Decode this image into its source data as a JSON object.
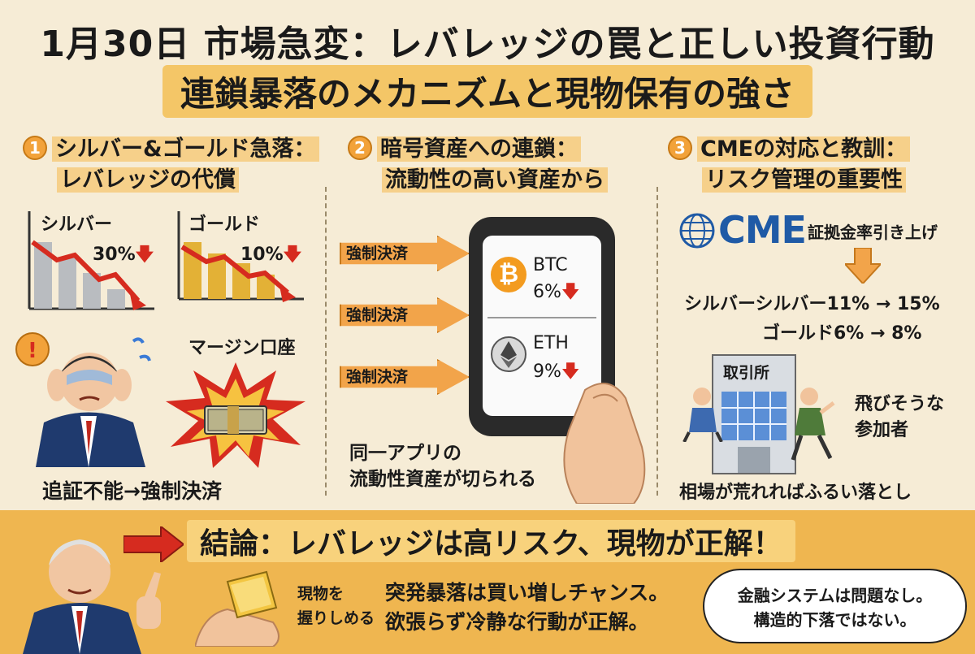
{
  "title": {
    "line1": "1月30日 市場急変：レバレッジの罠と正しい投資行動",
    "line2": "連鎖暴落のメカニズムと現物保有の強さ"
  },
  "section1": {
    "number": "1",
    "heading_line1": "シルバー&ゴールド急落：",
    "heading_line2": "レバレッジの代償",
    "silver_label": "シルバー",
    "silver_drop": "30%",
    "gold_label": "ゴールド",
    "gold_drop": "10%",
    "margin_label": "マージン口座",
    "caption": "追証不能→強制決済"
  },
  "section2": {
    "number": "2",
    "heading_line1": "暗号資産への連鎖：",
    "heading_line2": "流動性の高い資産から",
    "forced_labels": [
      "強制決済",
      "強制決済",
      "強制決済"
    ],
    "btc_label": "BTC",
    "btc_drop": "6%",
    "eth_label": "ETH",
    "eth_drop": "9%",
    "caption_line1": "同一アプリの",
    "caption_line2": "流動性資産が切られる"
  },
  "section3": {
    "number": "3",
    "heading_line1": "CMEの対応と教訓：",
    "heading_line2": "リスク管理の重要性",
    "logo_text": "CME",
    "margin_hike": "証拠金率引き上げ",
    "silver_rate": "シルバーシルバー11% → 15%",
    "gold_rate": "ゴールド6% → 8%",
    "exchange_label": "取引所",
    "participants_line1": "飛びそうな",
    "participants_line2": "参加者",
    "caption": "相場が荒れればふるい落とし"
  },
  "conclusion": {
    "headline": "結論：レバレッジは高リスク、現物が正解！",
    "hold_line1": "現物を",
    "hold_line2": "握りしめる",
    "advice_line1": "突発暴落は買い増しチャンス。",
    "advice_line2": "欲張らず冷静な行動が正解。",
    "bubble_line1": "金融システムは問題なし。",
    "bubble_line2": "構造的下落ではない。"
  },
  "colors": {
    "background": "#f6ecd6",
    "accent_orange": "#f2a44a",
    "conclusion_band": "#efb650",
    "down_red": "#d62b1f",
    "cme_blue": "#1f5aa6"
  }
}
